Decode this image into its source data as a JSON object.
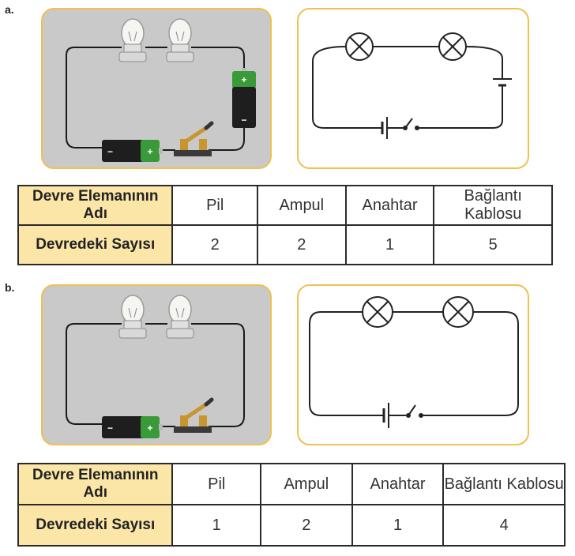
{
  "sections": [
    {
      "label": "a.",
      "table": {
        "row_headers": [
          "Devre Elemanının Adı",
          "Devredeki Sayısı"
        ],
        "columns": [
          "Pil",
          "Ampul",
          "Anahtar",
          "Bağlantı Kablosu"
        ],
        "counts": [
          "2",
          "2",
          "1",
          "5"
        ]
      }
    },
    {
      "label": "b.",
      "table": {
        "row_headers": [
          "Devre Elemanının Adı",
          "Devredeki Sayısı"
        ],
        "columns": [
          "Pil",
          "Ampul",
          "Anahtar",
          "Bağlantı Kablosu"
        ],
        "counts": [
          "1",
          "2",
          "1",
          "4"
        ]
      }
    }
  ],
  "battery_marks": {
    "positive": "+",
    "negative": "−"
  },
  "colors": {
    "panel_border": "#f0c050",
    "photo_bg": "#c9c9c9",
    "header_bg": "#fbe6a8",
    "battery_green": "#3a9a3a",
    "battery_black": "#1e1e1e"
  }
}
